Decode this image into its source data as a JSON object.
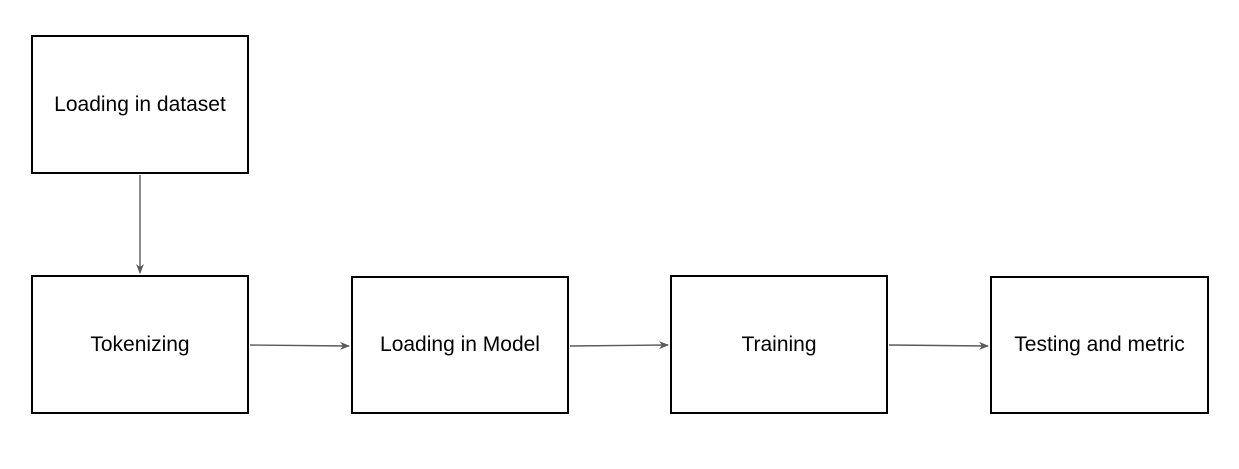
{
  "nodes": [
    {
      "id": "load_dataset",
      "label": "Loading in dataset"
    },
    {
      "id": "tokenizing",
      "label": "Tokenizing"
    },
    {
      "id": "load_model",
      "label": "Loading in Model"
    },
    {
      "id": "training",
      "label": "Training"
    },
    {
      "id": "testing",
      "label": "Testing and metric"
    }
  ],
  "edges": [
    {
      "from": "load_dataset",
      "to": "tokenizing"
    },
    {
      "from": "tokenizing",
      "to": "load_model"
    },
    {
      "from": "load_model",
      "to": "training"
    },
    {
      "from": "training",
      "to": "testing"
    }
  ],
  "colors": {
    "node_border": "#000000",
    "edge": "#5a5a5a",
    "background": "#ffffff"
  }
}
